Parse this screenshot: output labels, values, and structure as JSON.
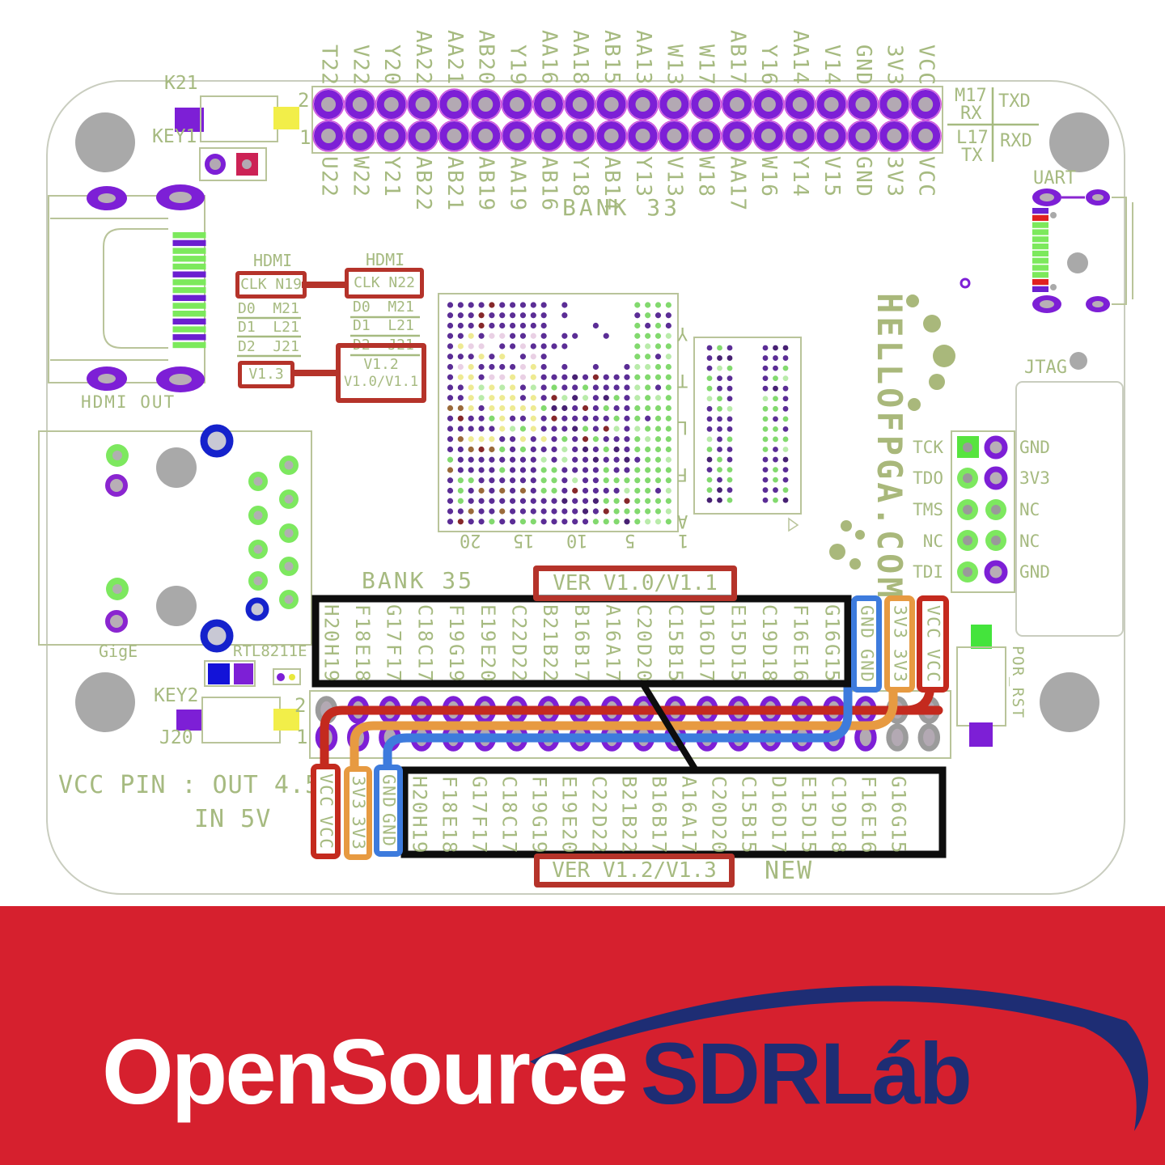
{
  "colors": {
    "silk": "#a6ba80",
    "red": "#b5332a",
    "wire_red": "#c42a1e",
    "orange": "#e79a41",
    "blue": "#3d7bdd",
    "black": "#0d0d0d",
    "banner": "#d6202e",
    "navy": "#1e2d74",
    "purple": "#7d1fd6",
    "green_pad": "#7de85f",
    "yellow": "#f2ee49",
    "crimson": "#cc2255",
    "gray_pad": "#a9a9a9"
  },
  "site": "HELLOFPGA.COM",
  "bank33": {
    "title": "BANK 33",
    "pin_num_top": "2",
    "pin_num_bottom": "1",
    "top_pins": [
      "T22",
      "V22",
      "Y20",
      "AA22",
      "AA21",
      "AB20",
      "Y19",
      "AA16",
      "AA18",
      "AB15",
      "AA13",
      "W13",
      "W17",
      "AB17",
      "Y16",
      "AA14",
      "V14",
      "GND",
      "3V3",
      "VCC"
    ],
    "bottom_pins": [
      "U22",
      "W22",
      "Y21",
      "AB22",
      "AB21",
      "AB19",
      "AA19",
      "AB16",
      "Y18",
      "AB14",
      "Y13",
      "V13",
      "W18",
      "AA17",
      "W16",
      "Y14",
      "V15",
      "GND",
      "3V3",
      "VCC"
    ]
  },
  "serial": {
    "rx_pin": "M17",
    "rx": "RX",
    "txd": "TXD",
    "tx_pin": "L17",
    "tx": "TX",
    "rxd": "RXD"
  },
  "key1": {
    "ref": "K21",
    "name": "KEY1"
  },
  "key2": {
    "name": "KEY2",
    "ref": "J20",
    "pin_num_top": "2",
    "pin_num_bottom": "1"
  },
  "hdmi_out": {
    "label": "HDMI OUT"
  },
  "hdmi_map": {
    "old": {
      "title": "HDMI",
      "clk": "CLK N19",
      "d0": "D0  M21",
      "d1": "D1  L21",
      "d2": "D2  J21",
      "ver": "V1.3"
    },
    "new": {
      "title": "HDMI",
      "clk": "CLK N22",
      "d0": "D0  M21",
      "d1": "D1  L21",
      "d2": "D2  J21",
      "ver_line1": "V1.2",
      "ver_line2": "V1.0/V1.1"
    }
  },
  "gige": {
    "label": "GigE",
    "phy": "RTL8211E"
  },
  "uart": {
    "label": "UART"
  },
  "jtag": {
    "label": "JTAG",
    "left_pins": [
      "TCK",
      "TDO",
      "TMS",
      "NC",
      "TDI"
    ],
    "right_pins": [
      "GND",
      "3V3",
      "NC",
      "NC",
      "GND"
    ]
  },
  "por": {
    "label": "POR_RST"
  },
  "bga": {
    "col_ticks": [
      "20",
      "15",
      "10",
      "5",
      "1"
    ],
    "row_ticks": [
      "Y",
      "T",
      "L",
      "F",
      "A"
    ],
    "seed": 11
  },
  "bank35": {
    "title": "BANK 35",
    "ver_old": "VER V1.0/V1.1",
    "ver_new": "VER V1.2/V1.3",
    "new_tag": "NEW",
    "top_pins": [
      "H20",
      "F18",
      "G17",
      "C18",
      "F19",
      "E19",
      "C22",
      "B21",
      "B16",
      "A16",
      "C20",
      "C15",
      "D16",
      "E15",
      "C19",
      "F16",
      "G16"
    ],
    "bottom_pins": [
      "H19",
      "E18",
      "F17",
      "C17",
      "G19",
      "E20",
      "D22",
      "B22",
      "B17",
      "A17",
      "D20",
      "B15",
      "D17",
      "D15",
      "D18",
      "E16",
      "G15"
    ],
    "power_right": [
      {
        "label": "GND",
        "color": "blue"
      },
      {
        "label": "3V3",
        "color": "orange"
      },
      {
        "label": "VCC",
        "color": "red"
      }
    ],
    "power_left": [
      {
        "label": "VCC",
        "color": "red"
      },
      {
        "label": "3V3",
        "color": "orange"
      },
      {
        "label": "GND",
        "color": "blue"
      }
    ]
  },
  "notes": {
    "vcc_line1": "VCC PIN : OUT 4.5V",
    "vcc_line2": "IN 5V"
  },
  "footer": {
    "brand_left": "OpenSource",
    "brand_right": "SDRLáb"
  }
}
